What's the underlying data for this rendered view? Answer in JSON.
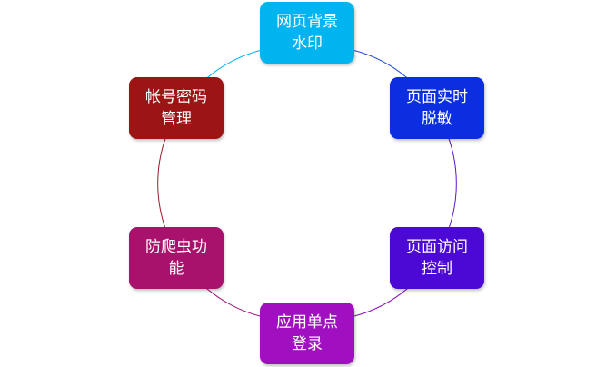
{
  "nodes": [
    {
      "label": "网页背景水印",
      "color": "#00b4f0",
      "stroke": "#00b4f0"
    },
    {
      "label": "页面实时脱敏",
      "color": "#0a2ee0",
      "stroke": "#1f47d6"
    },
    {
      "label": "页面访问控制",
      "color": "#4c08d4",
      "stroke": "#5b16c8"
    },
    {
      "label": "应用单点登录",
      "color": "#a010c0",
      "stroke": "#8a16b4"
    },
    {
      "label": "防爬虫功能",
      "color": "#a8126c",
      "stroke": "#a0187a"
    },
    {
      "label": "帐号密码管理",
      "color": "#9c1515",
      "stroke": "#9c1b2a"
    }
  ]
}
